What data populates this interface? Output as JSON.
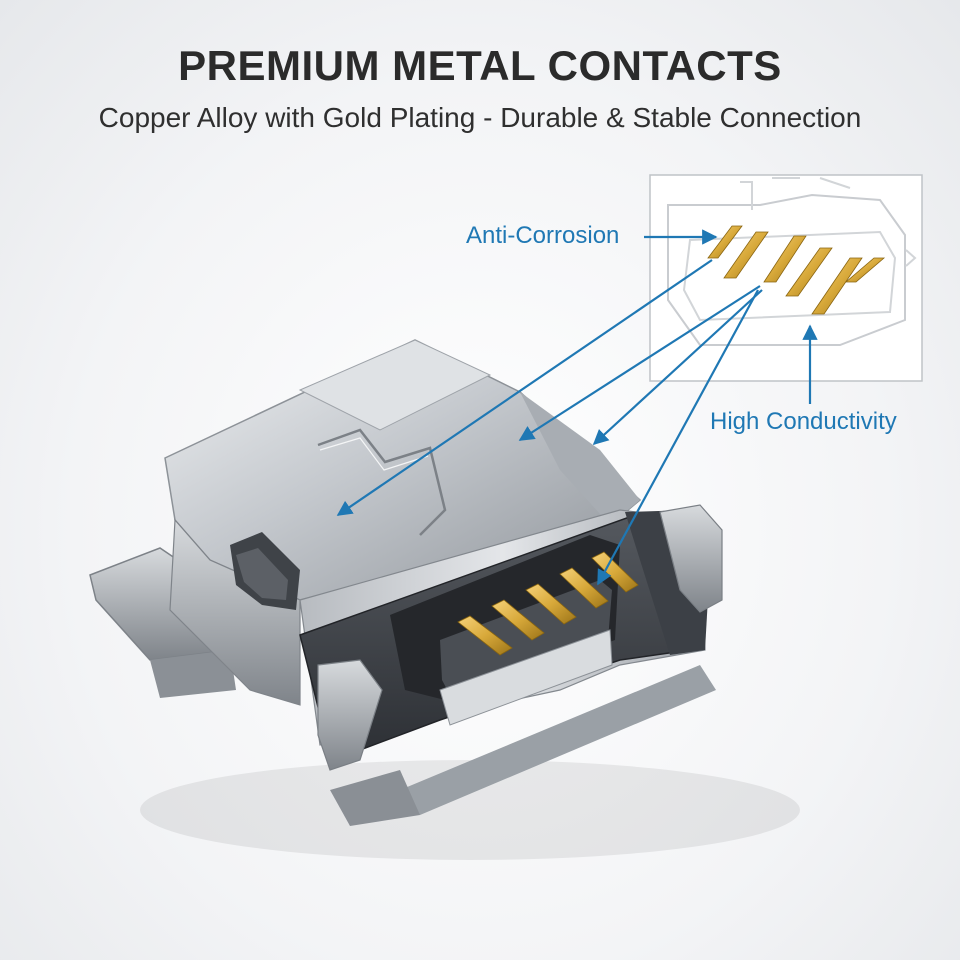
{
  "header": {
    "title": "PREMIUM METAL CONTACTS",
    "subtitle": "Copper Alloy with Gold Plating - Durable & Stable Connection"
  },
  "callouts": {
    "anti_corrosion": "Anti-Corrosion",
    "high_conductivity": "High Conductivity"
  },
  "colors": {
    "callout_blue": "#1f78b4",
    "heading": "#2b2b2b",
    "gold": "#d8a93a",
    "metal": "#c9ccd0",
    "housing": "#3b3e44"
  },
  "icons": {
    "product": "micro-usb-connector-photo",
    "inset": "pin-diagram-inset"
  }
}
